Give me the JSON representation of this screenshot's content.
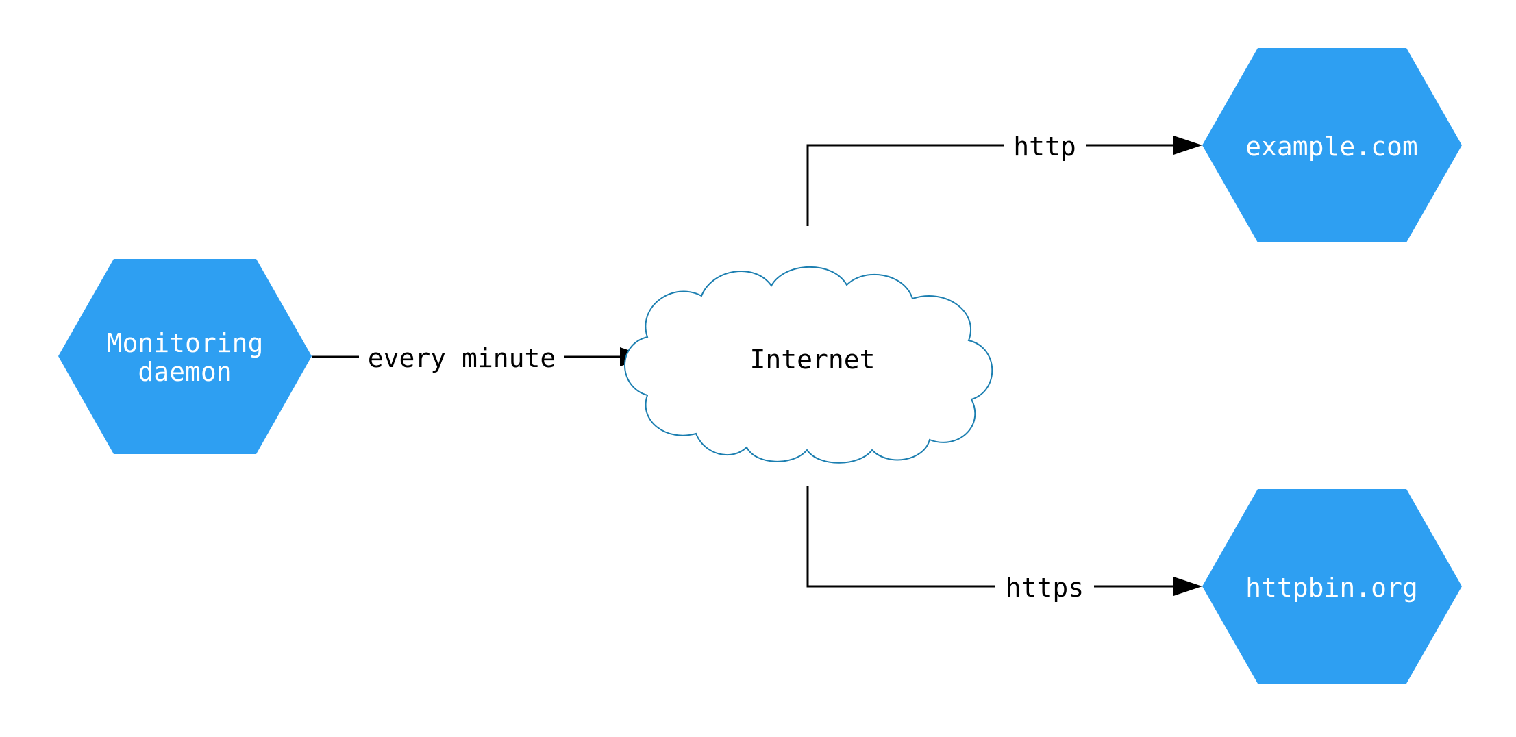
{
  "diagram": {
    "type": "network-flowchart",
    "nodes": {
      "monitoring_daemon": {
        "shape": "hexagon",
        "line1": "Monitoring",
        "line2": "daemon",
        "fill": "#2E9FF2",
        "text_color": "#FFFFFF"
      },
      "internet": {
        "shape": "cloud",
        "label": "Internet",
        "stroke": "#1B7EB0",
        "text_color": "#000000"
      },
      "example_com": {
        "shape": "hexagon",
        "label": "example.com",
        "fill": "#2E9FF2",
        "text_color": "#FFFFFF"
      },
      "httpbin_org": {
        "shape": "hexagon",
        "label": "httpbin.org",
        "fill": "#2E9FF2",
        "text_color": "#FFFFFF"
      }
    },
    "edges": [
      {
        "from": "monitoring_daemon",
        "to": "internet",
        "label": "every minute"
      },
      {
        "from": "internet",
        "to": "example_com",
        "label": "http"
      },
      {
        "from": "internet",
        "to": "httpbin_org",
        "label": "https"
      }
    ],
    "colors": {
      "edge_color": "#000000",
      "background": "#FFFFFF"
    }
  }
}
